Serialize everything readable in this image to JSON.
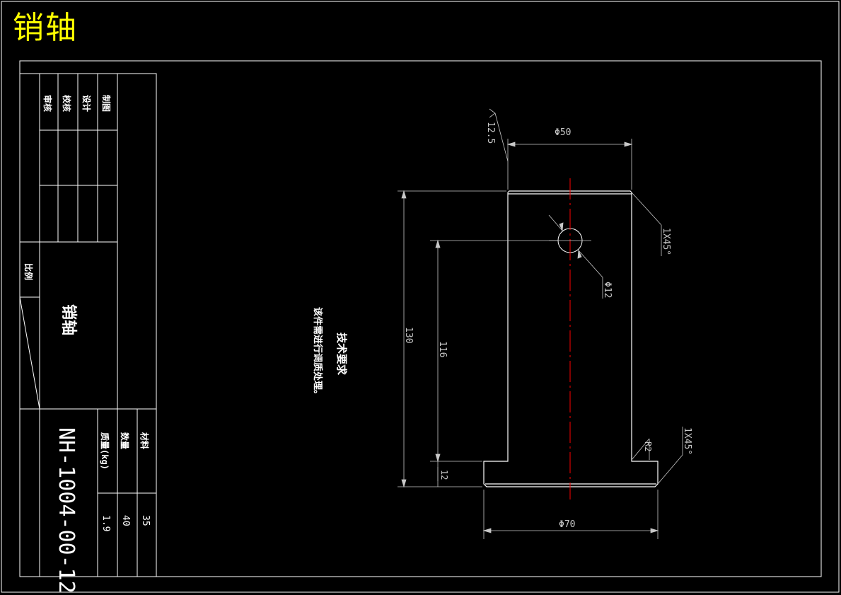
{
  "page_title": "销轴",
  "colors": {
    "background": "#000000",
    "title": "#ffff00",
    "outline": "#ffffff",
    "dimension": "#c8c8c8",
    "centerline": "#ff0000"
  },
  "title_block": {
    "roles": [
      "制图",
      "设计",
      "校核",
      "审核"
    ],
    "scale_label": "比例",
    "part_name": "销轴",
    "drawing_number": "NH-1004-00-12",
    "properties": [
      {
        "label": "材料",
        "value": "35"
      },
      {
        "label": "数量",
        "value": "40"
      },
      {
        "label": "质量(kg)",
        "value": "1.9"
      }
    ]
  },
  "technical_requirements": {
    "heading": "技术要求",
    "text": "该件需进行调质处理。"
  },
  "dimensions": {
    "roughness": "12.5",
    "head_diameter": "Φ50",
    "chamfer_top": "1X45°",
    "hole_diameter": "Φ12",
    "total_length": "130",
    "hole_position": "116",
    "flange_thickness": "12",
    "radius": "R2",
    "chamfer_bottom": "1X45°",
    "flange_diameter": "Φ70"
  },
  "icons": {
    "roughness_symbol": "surface-roughness-icon"
  }
}
